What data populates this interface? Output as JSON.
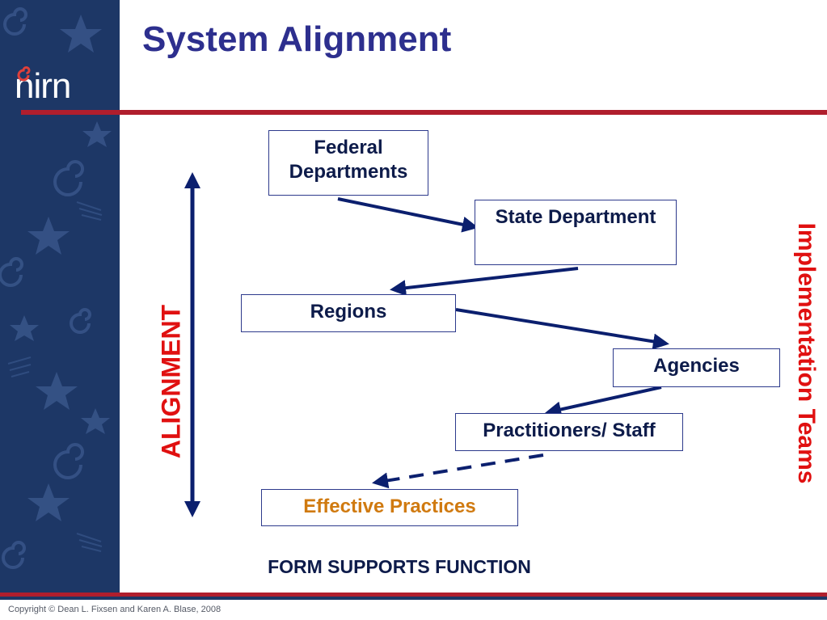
{
  "slide": {
    "title": "System Alignment",
    "logo_text": "nirn",
    "copyright": "Copyright © Dean L. Fixsen and Karen A. Blase, 2008",
    "caption": "FORM SUPPORTS FUNCTION"
  },
  "diagram": {
    "boxes": {
      "federal": "Federal Departments",
      "state": "State Department",
      "regions": "Regions",
      "agencies": "Agencies",
      "practitioners": "Practitioners/ Staff",
      "effective": "Effective Practices"
    },
    "left_label": "ALIGNMENT",
    "right_label": "Implementation Teams"
  },
  "colors": {
    "sidebar": "#1d3766",
    "title": "#2d2f8e",
    "rule": "#b01e2d",
    "arrow": "#0b1f6e",
    "accent_label": "#e01010",
    "effective_text": "#d07a10"
  },
  "icons": [
    "star-icon",
    "swirl-icon",
    "logo-mark-icon"
  ]
}
